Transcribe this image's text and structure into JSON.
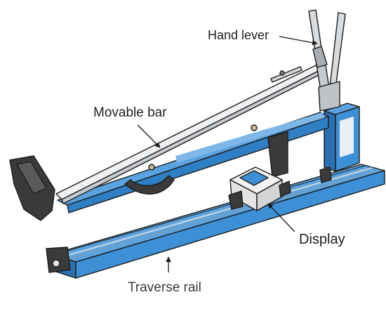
{
  "labels": {
    "hand_lever": "Hand lever",
    "movable_bar": "Movable bar",
    "display": "Display",
    "traverse_rail": "Traverse rail"
  },
  "colors": {
    "frame_blue": "#3d8fd6",
    "frame_blue_dark": "#2a6fb0",
    "bar_gray": "#e7e9eb",
    "outline": "#1c1c1c",
    "dark_part": "#3a3a3a",
    "background": "#ffffff"
  }
}
